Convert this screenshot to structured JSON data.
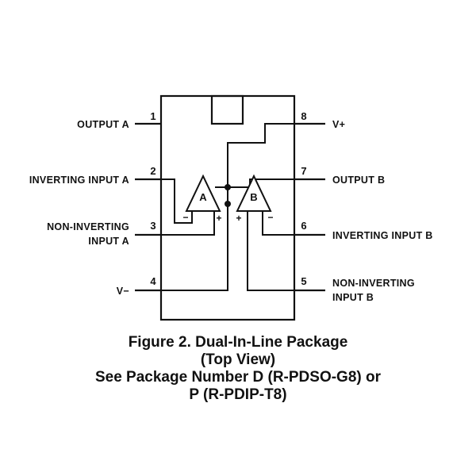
{
  "pins": {
    "p1": {
      "number": "1",
      "label": "OUTPUT A"
    },
    "p2": {
      "number": "2",
      "label": "INVERTING INPUT A"
    },
    "p3": {
      "number": "3",
      "label_line1": "NON-INVERTING",
      "label_line2": "INPUT A"
    },
    "p4": {
      "number": "4",
      "label": "V−"
    },
    "p5": {
      "number": "5",
      "label_line1": "NON-INVERTING",
      "label_line2": "INPUT B"
    },
    "p6": {
      "number": "6",
      "label": "INVERTING INPUT B"
    },
    "p7": {
      "number": "7",
      "label": "OUTPUT B"
    },
    "p8": {
      "number": "8",
      "label": "V+"
    }
  },
  "amplifiers": {
    "a": {
      "label": "A",
      "minus": "−",
      "plus": "+"
    },
    "b": {
      "label": "B",
      "minus": "−",
      "plus": "+"
    }
  },
  "caption": {
    "line1": "Figure 2. Dual-In-Line Package",
    "line2": "(Top View)",
    "line3": "See Package Number D (R-PDSO-G8) or",
    "line4": "P (R-PDIP-T8)"
  }
}
